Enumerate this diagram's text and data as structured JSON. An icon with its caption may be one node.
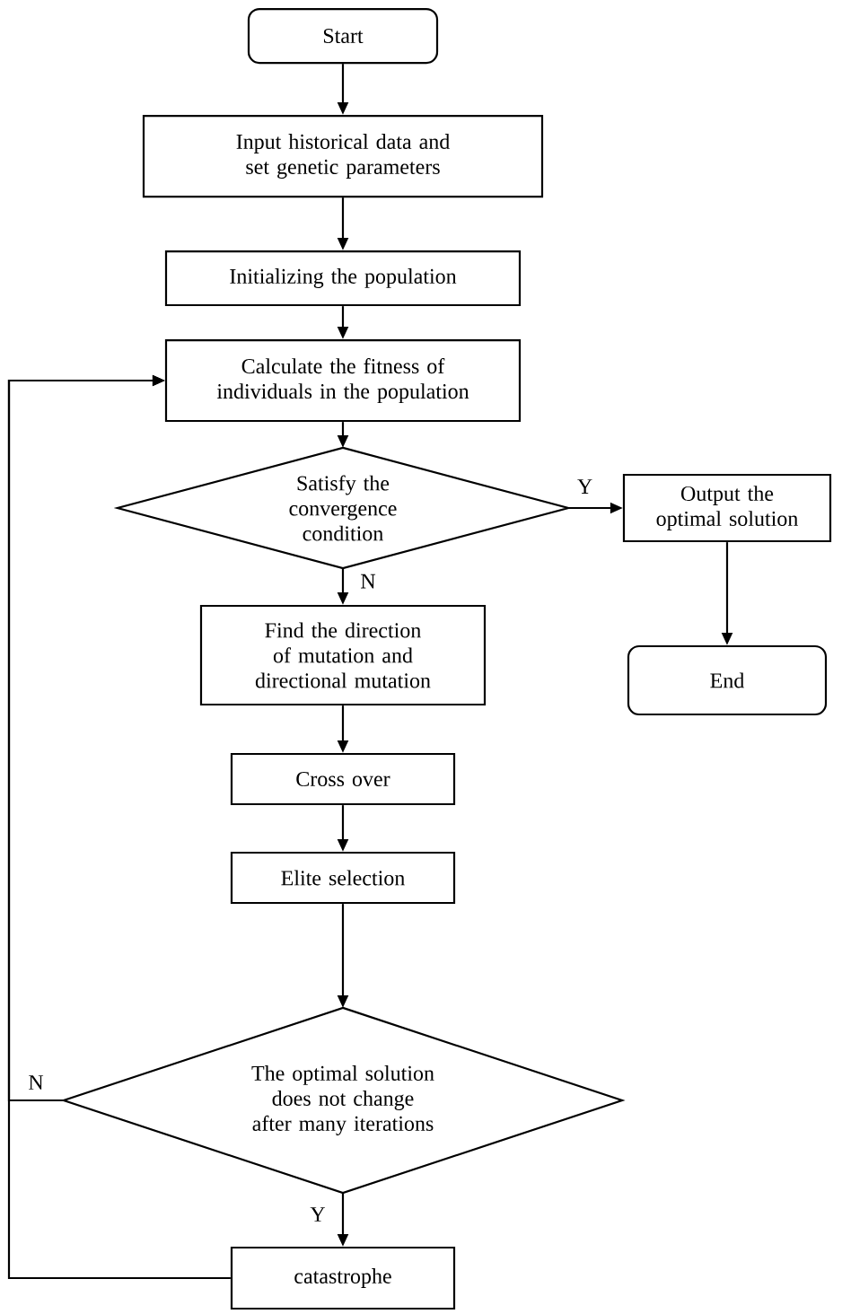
{
  "diagram": {
    "nodes": [
      {
        "text": [
          "Start"
        ]
      },
      {
        "text": [
          "Input historical data and set genetic parameters"
        ]
      },
      {
        "text": [
          "Initializing the population"
        ]
      },
      {
        "text": [
          "Calculate the fitness of individuals in the population"
        ]
      },
      {
        "text": [
          "Satisfy the convergence condition"
        ]
      },
      {
        "text": [
          "Output the optimal solution"
        ]
      },
      {
        "text": [
          "End"
        ]
      },
      {
        "text": [
          "Find the direction of mutation and directional mutation"
        ]
      },
      {
        "text": [
          "Cross over"
        ]
      },
      {
        "text": [
          "Elite selection"
        ]
      },
      {
        "text": [
          "The optimal solution does not change after many iterations"
        ]
      },
      {
        "text": [
          "catastrophe"
        ]
      }
    ],
    "edges": [
      {
        "from": 0,
        "to": 1,
        "arrow": "to"
      },
      {
        "from": 1,
        "to": 2,
        "arrow": "to"
      },
      {
        "from": 2,
        "to": 3,
        "arrow": "to"
      },
      {
        "from": 3,
        "to": 4,
        "arrow": "to"
      },
      {
        "from": 4,
        "to": 5,
        "arrow": "to",
        "label": "Y"
      },
      {
        "from": 5,
        "to": 6,
        "arrow": "to"
      },
      {
        "from": 4,
        "to": 7,
        "arrow": "to",
        "label": "N"
      },
      {
        "from": 7,
        "to": 8,
        "arrow": "to"
      },
      {
        "from": 8,
        "to": 9,
        "arrow": "to"
      },
      {
        "from": 9,
        "to": 10,
        "arrow": "to"
      },
      {
        "from": 10,
        "to": 11,
        "arrow": "to",
        "label": "Y"
      },
      {
        "from": 10,
        "to": 3,
        "arrow": "to",
        "label": "N"
      },
      {
        "from": 11,
        "to": 3,
        "arrow": "to"
      }
    ]
  }
}
